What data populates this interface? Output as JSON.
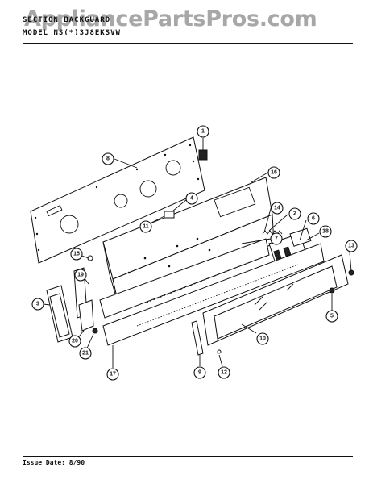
{
  "watermark": "AppliancePartsPros.com",
  "header": {
    "section_line": "SECTION  BACKGUARD",
    "model_line": "MODEL  NS(*)3J8EKSVW"
  },
  "footer": {
    "issue_date": "Issue Date: 8/90"
  },
  "callouts": [
    {
      "id": "c1",
      "label": "1"
    },
    {
      "id": "c2",
      "label": "2"
    },
    {
      "id": "c3",
      "label": "3"
    },
    {
      "id": "c4",
      "label": "4"
    },
    {
      "id": "c5",
      "label": "5"
    },
    {
      "id": "c6",
      "label": "6"
    },
    {
      "id": "c7",
      "label": "7"
    },
    {
      "id": "c8",
      "label": "8"
    },
    {
      "id": "c9",
      "label": "9"
    },
    {
      "id": "c10",
      "label": "10"
    },
    {
      "id": "c11",
      "label": "11"
    },
    {
      "id": "c12",
      "label": "12"
    },
    {
      "id": "c13",
      "label": "13"
    },
    {
      "id": "c14",
      "label": "14"
    },
    {
      "id": "c15",
      "label": "15"
    },
    {
      "id": "c16",
      "label": "16"
    },
    {
      "id": "c17",
      "label": "17"
    },
    {
      "id": "c18",
      "label": "18"
    },
    {
      "id": "c19",
      "label": "19"
    },
    {
      "id": "c20",
      "label": "20"
    },
    {
      "id": "c21",
      "label": "21"
    }
  ]
}
